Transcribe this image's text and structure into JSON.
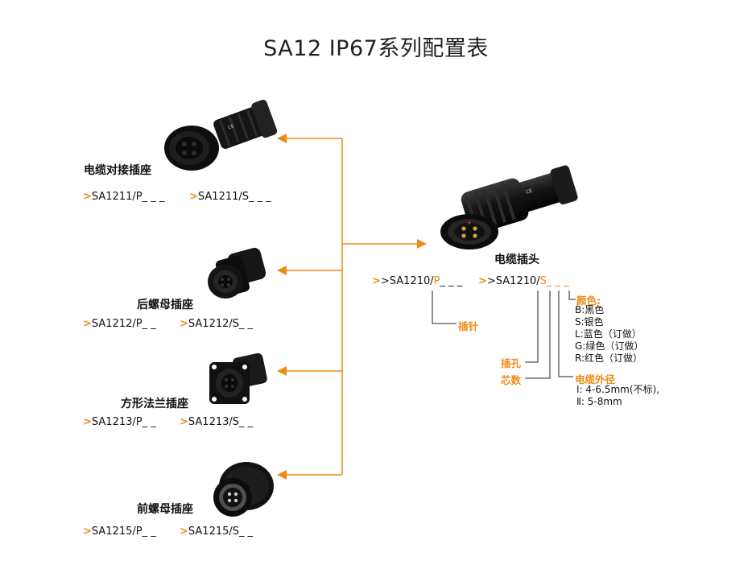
{
  "title": "SA12 IP67系列配置表",
  "colors": {
    "accent": "#ef8a17",
    "connector": "#111111"
  },
  "main_product": {
    "label": "电缆插头",
    "code_p_prefix": ">SA1210/",
    "code_p_letter": "P",
    "code_p_suffix": "_ _ _",
    "code_s_prefix": ">SA1210/",
    "code_s_letter": "S",
    "code_s_suffix": "_ _ _"
  },
  "annotations": {
    "pin": "插针",
    "hole": "插孔",
    "cores": "芯数",
    "color_title": "颜色:",
    "color_options": [
      "B:黑色",
      "S:银色",
      "L:蓝色（订做）",
      "G:绿色（订做）",
      "R:红色（订做）"
    ],
    "diameter_title": "电缆外径",
    "diameter_options": [
      "Ⅰ: 4-6.5mm(不标),",
      "Ⅱ: 5-8mm"
    ]
  },
  "variants": [
    {
      "name": "电缆对接插座",
      "code_p": ">SA1211/P_ _ _",
      "code_s": ">SA1211/S_ _ _"
    },
    {
      "name": "后螺母插座",
      "code_p": ">SA1212/P_ _",
      "code_s": ">SA1212/S_ _"
    },
    {
      "name": "方形法兰插座",
      "code_p": ">SA1213/P_ _",
      "code_s": ">SA1213/S_ _"
    },
    {
      "name": "前螺母插座",
      "code_p": ">SA1215/P_ _",
      "code_s": ">SA1215/S_ _"
    }
  ]
}
